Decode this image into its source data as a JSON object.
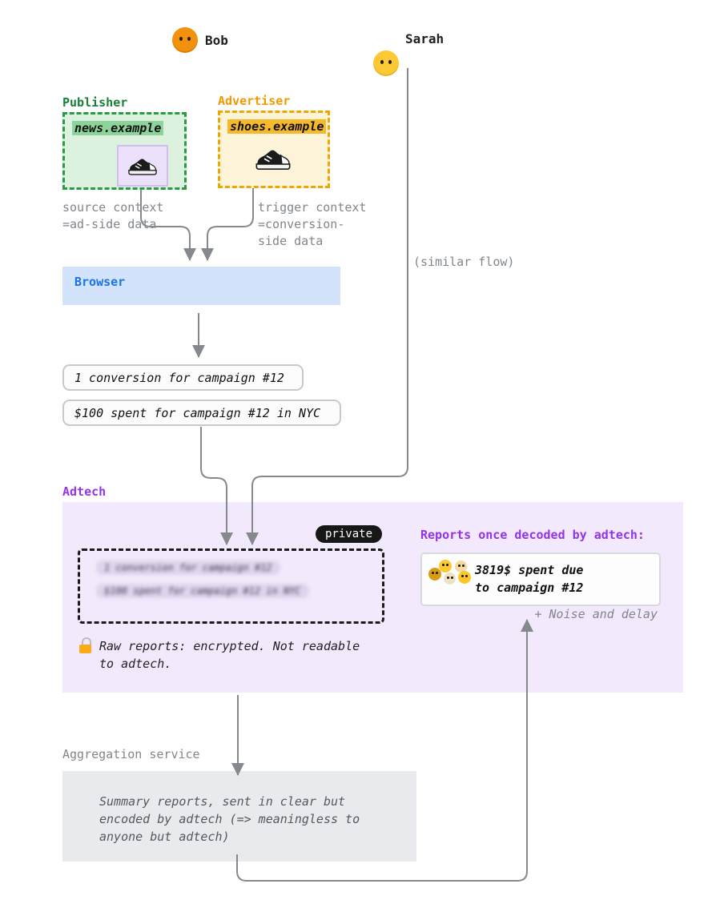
{
  "actors": {
    "bob": {
      "name": "Bob"
    },
    "sarah": {
      "name": "Sarah"
    }
  },
  "publisher": {
    "label": "Publisher",
    "domain": "news.example"
  },
  "advertiser": {
    "label": "Advertiser",
    "domain": "shoes.example"
  },
  "annotations": {
    "source_context": "source context\n=ad-side data",
    "trigger_context": "trigger context\n=conversion-\nside data",
    "similar_flow": "(similar flow)"
  },
  "browser": {
    "label": "Browser"
  },
  "reports": {
    "conversion": "1 conversion for campaign #12",
    "spend": "$100 spent for campaign #12 in NYC"
  },
  "adtech": {
    "label": "Adtech",
    "private_badge": "private",
    "encrypted_reports": [
      "1 conversion for campaign #12",
      "$100 spent for campaign #12 in NYC"
    ],
    "lock_note": "Raw reports: encrypted. Not readable\nto adtech.",
    "decoded_title": "Reports once decoded by adtech:",
    "decoded_report": "3819$ spent due\nto campaign #12",
    "noise_note": "+ Noise and delay"
  },
  "aggregation": {
    "label": "Aggregation service",
    "summary": "Summary reports, sent in clear but\nencoded by adtech (=> meaningless to\nanyone but adtech)"
  },
  "colors": {
    "publisher_green": "#188038",
    "advertiser_orange": "#f29900",
    "browser_blue": "#1a73e8",
    "adtech_purple": "#9334e6",
    "adtech_bg": "#f3e9fc",
    "arrow_gray": "#85898d",
    "private_bg": "#171717"
  }
}
